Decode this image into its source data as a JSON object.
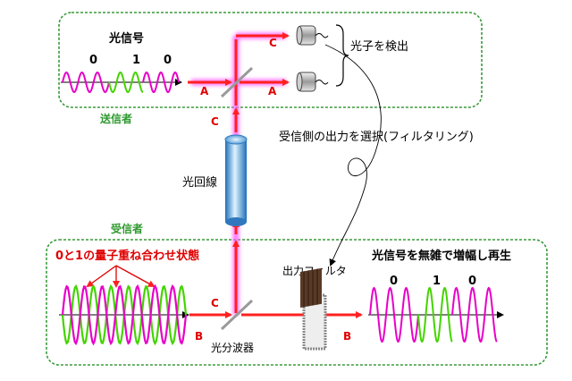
{
  "sender": {
    "signal_title": "光信号",
    "bits": [
      "0",
      "1",
      "0"
    ],
    "section_label": "送信者",
    "detect_label": "光子を検出",
    "port_labels": {
      "c": "C",
      "a": "A"
    }
  },
  "channel": {
    "label": "光回線",
    "select_label": "受信側の出力を選択(フィルタリング)",
    "beam_label": "C"
  },
  "receiver": {
    "section_label": "受信者",
    "superposition_label": "0と1の量子重ね合わせ状態",
    "splitter_label": "光分波器",
    "filter_label": "出力フィルタ",
    "output_title": "光信号を無雑で増幅し再生",
    "bits": [
      "0",
      "1",
      "0"
    ],
    "port_labels": {
      "b_in": "B",
      "c": "C",
      "b_out": "B"
    }
  },
  "colors": {
    "beam": "#ff2020",
    "beam_glow": "#ff66ff",
    "wave_magenta": "#e800c8",
    "wave_green": "#44d400",
    "box_border": "#3a9a3a",
    "section_label": "#2e9a2e",
    "superposition_label": "#e00000",
    "fiber": "#5ab4e8"
  }
}
